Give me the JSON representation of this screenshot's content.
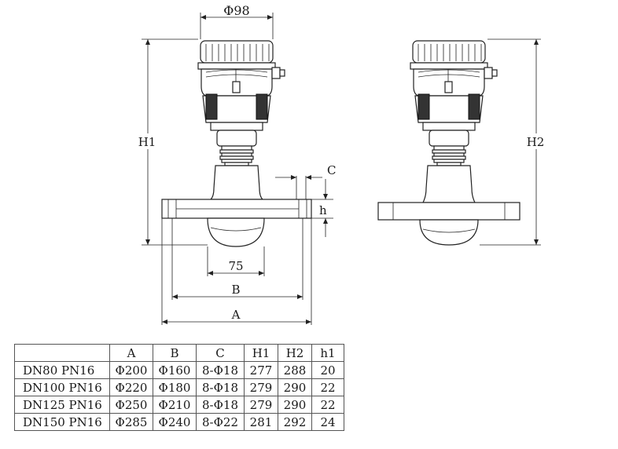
{
  "dimensions": {
    "phi98": "Φ98",
    "h1": "H1",
    "h2": "H2",
    "c": "C",
    "h": "h",
    "d75": "75",
    "b": "B",
    "a": "A"
  },
  "table": {
    "headers": [
      "",
      "A",
      "B",
      "C",
      "H1",
      "H2",
      "h1"
    ],
    "rows": [
      [
        "DN80 PN16",
        "Φ200",
        "Φ160",
        "8-Φ18",
        "277",
        "288",
        "20"
      ],
      [
        "DN100 PN16",
        "Φ220",
        "Φ180",
        "8-Φ18",
        "279",
        "290",
        "22"
      ],
      [
        "DN125 PN16",
        "Φ250",
        "Φ210",
        "8-Φ18",
        "279",
        "290",
        "22"
      ],
      [
        "DN150 PN16",
        "Φ285",
        "Φ240",
        "8-Φ22",
        "281",
        "292",
        "24"
      ]
    ]
  }
}
